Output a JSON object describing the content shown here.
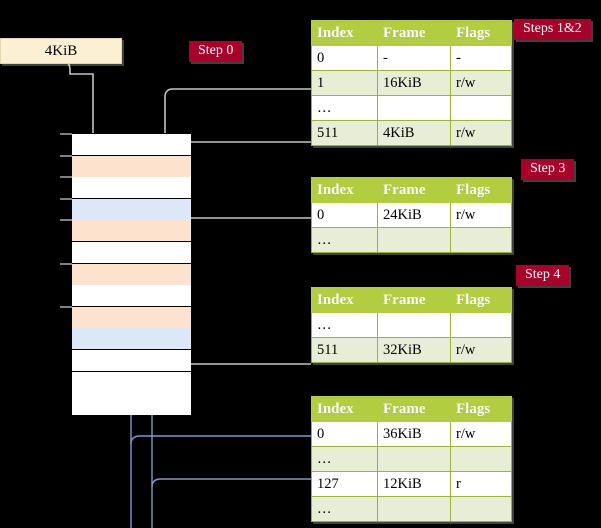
{
  "diagram": {
    "title_note": "Multi-level page table walk diagram",
    "source_box": {
      "label": "4KiB"
    },
    "badges": [
      {
        "id": "step0",
        "label": "Step 0"
      },
      {
        "id": "steps12",
        "label": "Steps 1&2"
      },
      {
        "id": "step3",
        "label": "Step 3"
      },
      {
        "id": "step4",
        "label": "Step 4"
      }
    ],
    "columns": [
      "Index",
      "Frame",
      "Flags"
    ],
    "tables": [
      {
        "id": "table-1",
        "rows": [
          {
            "style": "plain",
            "highlight": false,
            "cells": [
              "0",
              "-",
              "-"
            ]
          },
          {
            "style": "alt",
            "highlight": false,
            "cells": [
              "1",
              "16KiB",
              "r/w"
            ]
          },
          {
            "style": "plain",
            "highlight": false,
            "cells": [
              "…",
              "",
              ""
            ]
          },
          {
            "style": "alt",
            "highlight": true,
            "cells": [
              "511",
              "4KiB",
              "r/w"
            ]
          }
        ]
      },
      {
        "id": "table-2",
        "rows": [
          {
            "style": "plain",
            "highlight": false,
            "cells": [
              "0",
              "24KiB",
              "r/w"
            ]
          },
          {
            "style": "alt",
            "highlight": false,
            "cells": [
              "…",
              "",
              ""
            ]
          }
        ]
      },
      {
        "id": "table-3",
        "rows": [
          {
            "style": "plain",
            "highlight": false,
            "cells": [
              "…",
              "",
              ""
            ]
          },
          {
            "style": "alt",
            "highlight": false,
            "cells": [
              "511",
              "32KiB",
              "r/w"
            ]
          }
        ]
      },
      {
        "id": "table-4",
        "rows": [
          {
            "style": "plain",
            "highlight": false,
            "cells": [
              "0",
              "36KiB",
              "r/w"
            ]
          },
          {
            "style": "alt",
            "highlight": false,
            "cells": [
              "…",
              "",
              ""
            ]
          },
          {
            "style": "plain",
            "highlight": false,
            "cells": [
              "127",
              "12KiB",
              "r"
            ]
          },
          {
            "style": "alt",
            "highlight": false,
            "cells": [
              "…",
              "",
              ""
            ]
          }
        ]
      }
    ],
    "memory_column": {
      "rows": [
        {
          "fill": "white"
        },
        {
          "fill": "orange"
        },
        {
          "fill": "white"
        },
        {
          "fill": "blue"
        },
        {
          "fill": "orange"
        },
        {
          "fill": "white"
        },
        {
          "fill": "orange"
        },
        {
          "fill": "white"
        },
        {
          "fill": "orange"
        },
        {
          "fill": "blue"
        },
        {
          "fill": "white"
        },
        {
          "fill": "white"
        },
        {
          "fill": "white"
        }
      ]
    },
    "colors": {
      "table_header": "#b2ce40",
      "table_alt_row": "#e8eed5",
      "highlight": "#fbf8b0",
      "badge": "#a80028",
      "source_box": "#fbf0d2",
      "memory_orange": "#fde3cd",
      "memory_blue": "#dce8f7",
      "arrow_gray": "#c8c8c8",
      "arrow_blue": "#4a6fa5",
      "background": "#000000"
    }
  }
}
